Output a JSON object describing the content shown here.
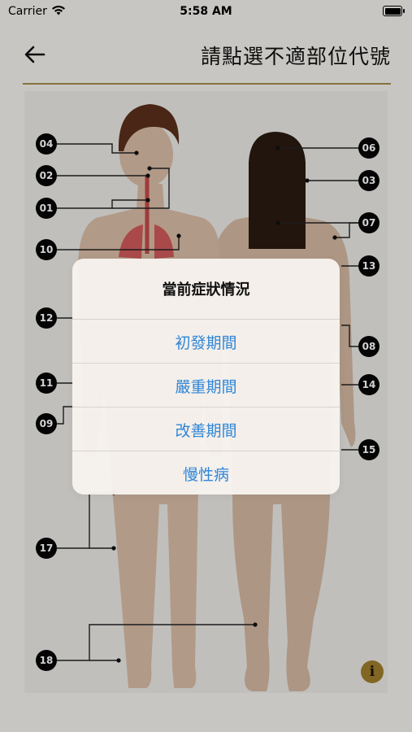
{
  "status_bar": {
    "carrier": "Carrier",
    "time": "5:58 AM"
  },
  "nav": {
    "title": "請點選不適部位代號"
  },
  "body_labels": {
    "l01": "01",
    "l02": "02",
    "l03": "03",
    "l04": "04",
    "l06": "06",
    "l07": "07",
    "l08": "08",
    "l09": "09",
    "l10": "10",
    "l11": "11",
    "l12": "12",
    "l13": "13",
    "l14": "14",
    "l15": "15",
    "l17": "17",
    "l18": "18"
  },
  "info_button": {
    "glyph": "i"
  },
  "action_sheet": {
    "title": "當前症狀情況",
    "options": [
      "初發期間",
      "嚴重期間",
      "改善期間",
      "慢性病"
    ]
  },
  "colors": {
    "accent_gold": "#a58c4c",
    "option_blue": "#2f86d7",
    "badge_black": "#050505",
    "skin": "#d3b7a1",
    "hair": "#2a1a11"
  }
}
